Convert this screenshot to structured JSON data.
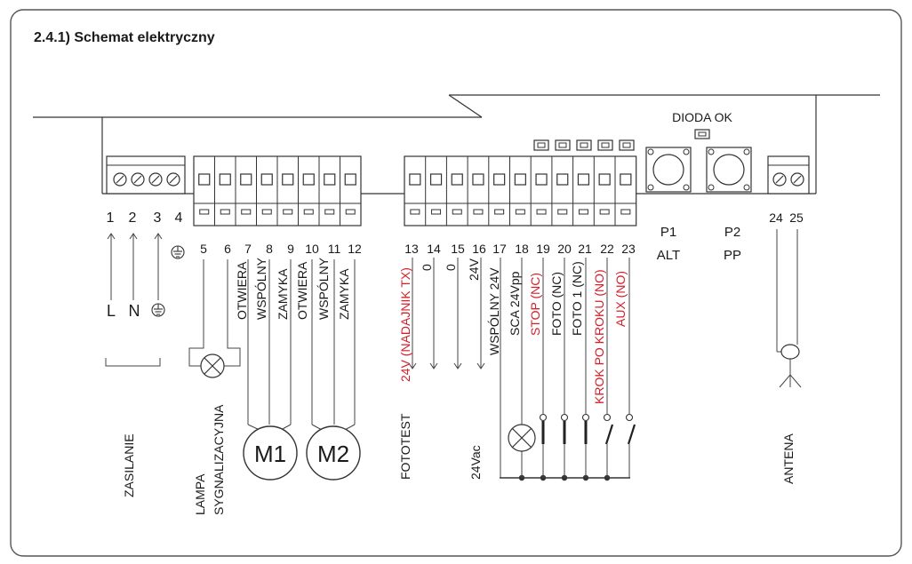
{
  "title": "2.4.1) Schemat elektryczny",
  "board": {
    "led_label": "DIODA OK"
  },
  "colors": {
    "red": "#d4202a",
    "line": "#333333",
    "frame": "#555555"
  },
  "terminals": {
    "power": [
      "1",
      "2",
      "3",
      "4"
    ],
    "motors": [
      "5",
      "6",
      "7",
      "8",
      "9",
      "10",
      "11",
      "12"
    ],
    "inputs": [
      "13",
      "14",
      "15",
      "16",
      "17",
      "18",
      "19",
      "20",
      "21",
      "22",
      "23"
    ],
    "antenna": [
      "24",
      "25"
    ]
  },
  "power": {
    "L": "L",
    "N": "N",
    "label": "ZASILANIE"
  },
  "lamp": {
    "label1": "LAMPA",
    "label2": "SYGNALIZACYJNA"
  },
  "motor_wires": [
    "OTWIERA",
    "WSPÓLNY",
    "ZAMYKA",
    "OTWIERA",
    "WSPÓLNY",
    "ZAMYKA"
  ],
  "motors": {
    "m1": "M1",
    "m2": "M2"
  },
  "input_labels": [
    {
      "text": "24V (NADAJNIK TX)",
      "red": true
    },
    {
      "text": "0",
      "red": false
    },
    {
      "text": "0",
      "red": false
    },
    {
      "text": "24V",
      "red": false
    },
    {
      "text": "WSPÓLNY 24V",
      "red": false
    },
    {
      "text": "SCA 24Vpp",
      "red": false
    },
    {
      "text": "STOP (NC)",
      "red": true
    },
    {
      "text": "FOTO (NC)",
      "red": false
    },
    {
      "text": "FOTO 1 (NC)",
      "red": false
    },
    {
      "text": "KROK PO KROKU (NO)",
      "red": true
    },
    {
      "text": "AUX (NO)",
      "red": true
    }
  ],
  "group_labels": {
    "fototest": "FOTOTEST",
    "vac": "24Vac",
    "antena": "ANTENA"
  },
  "buttons": {
    "p1": {
      "name": "P1",
      "func": "ALT"
    },
    "p2": {
      "name": "P2",
      "func": "PP"
    }
  }
}
